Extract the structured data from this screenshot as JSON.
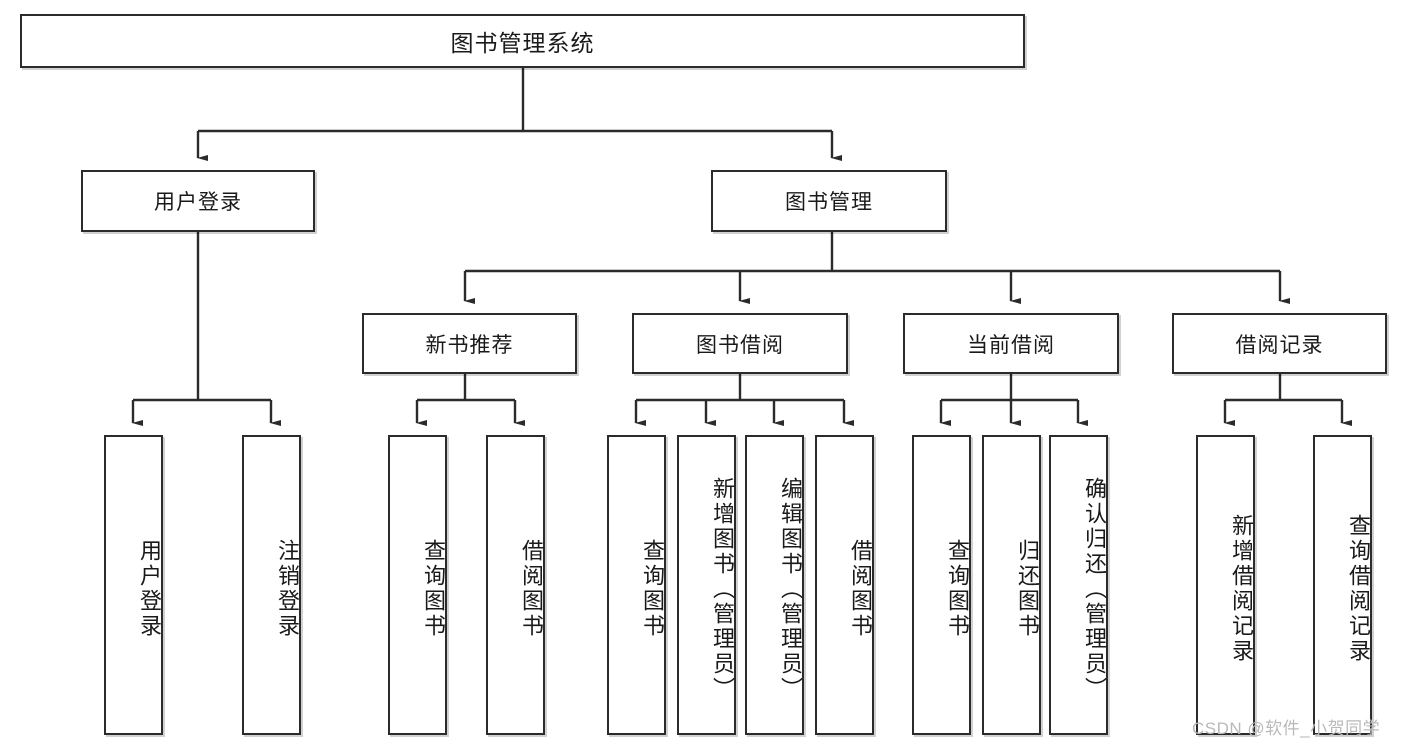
{
  "diagram": {
    "title": "图书管理系统",
    "type": "hierarchy-tree",
    "levels": 4,
    "nodes": {
      "root": {
        "label": "图书管理系统"
      },
      "level2": [
        {
          "id": "user-login",
          "label": "用户登录"
        },
        {
          "id": "book-manage",
          "label": "图书管理"
        }
      ],
      "level3": [
        {
          "id": "new-book-recommend",
          "label": "新书推荐",
          "parent": "book-manage"
        },
        {
          "id": "book-borrow",
          "label": "图书借阅",
          "parent": "book-manage"
        },
        {
          "id": "current-borrow",
          "label": "当前借阅",
          "parent": "book-manage"
        },
        {
          "id": "borrow-record",
          "label": "借阅记录",
          "parent": "book-manage"
        }
      ],
      "leaves": [
        {
          "id": "leaf-user-login",
          "label": "用户登录",
          "parent": "user-login"
        },
        {
          "id": "leaf-logout",
          "label": "注销登录",
          "parent": "user-login"
        },
        {
          "id": "leaf-query-book-1",
          "label": "查询图书",
          "parent": "new-book-recommend"
        },
        {
          "id": "leaf-borrow-book-1",
          "label": "借阅图书",
          "parent": "new-book-recommend"
        },
        {
          "id": "leaf-query-book-2",
          "label": "查询图书",
          "parent": "book-borrow"
        },
        {
          "id": "leaf-add-book",
          "label": "新增图书（管理员）",
          "parent": "book-borrow"
        },
        {
          "id": "leaf-edit-book",
          "label": "编辑图书（管理员）",
          "parent": "book-borrow"
        },
        {
          "id": "leaf-borrow-book-2",
          "label": "借阅图书",
          "parent": "book-borrow"
        },
        {
          "id": "leaf-query-book-3",
          "label": "查询图书",
          "parent": "current-borrow"
        },
        {
          "id": "leaf-return-book",
          "label": "归还图书",
          "parent": "current-borrow"
        },
        {
          "id": "leaf-confirm-return",
          "label": "确认归还（管理员）",
          "parent": "current-borrow"
        },
        {
          "id": "leaf-add-record",
          "label": "新增借阅记录",
          "parent": "borrow-record"
        },
        {
          "id": "leaf-query-record",
          "label": "查询借阅记录",
          "parent": "borrow-record"
        }
      ]
    },
    "watermark": "CSDN @软件_小贺同学",
    "colors": {
      "border": "#2b2b2b",
      "background": "#ffffff",
      "text": "#1a1a1a",
      "watermark": "#b9b9b9"
    }
  }
}
